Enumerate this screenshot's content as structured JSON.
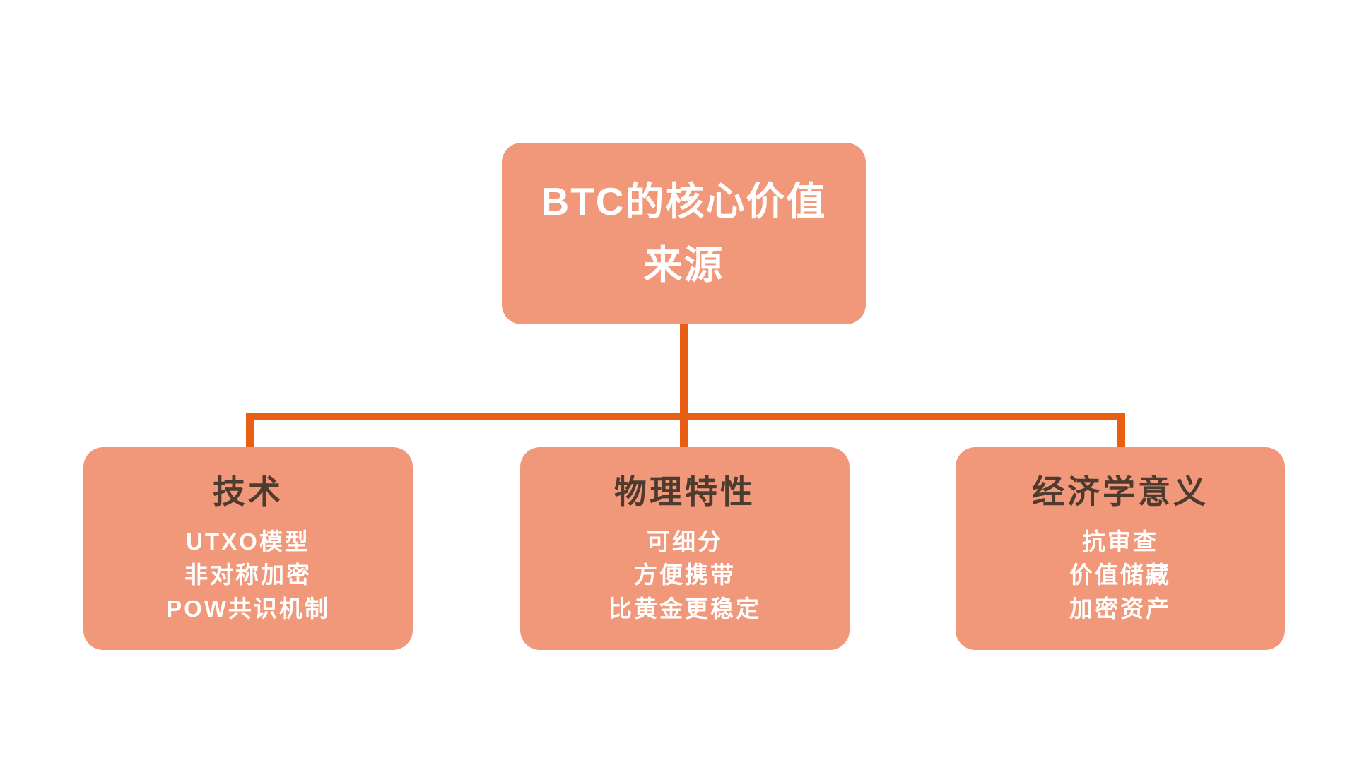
{
  "colors": {
    "background": "#FFFFFF",
    "node_fill": "#F2987A",
    "connector": "#E85E13",
    "title_text": "#4D3B30",
    "subtext": "#FFFFFF"
  },
  "diagram": {
    "root": {
      "title": "BTC的核心价值来源",
      "title_lines": [
        "BTC的核心价值",
        "来源"
      ]
    },
    "children": [
      {
        "title": "技术",
        "items": [
          "UTXO模型",
          "非对称加密",
          "POW共识机制"
        ]
      },
      {
        "title": "物理特性",
        "items": [
          "可细分",
          "方便携带",
          "比黄金更稳定"
        ]
      },
      {
        "title": "经济学意义",
        "items": [
          "抗审查",
          "价值储藏",
          "加密资产"
        ]
      }
    ]
  }
}
